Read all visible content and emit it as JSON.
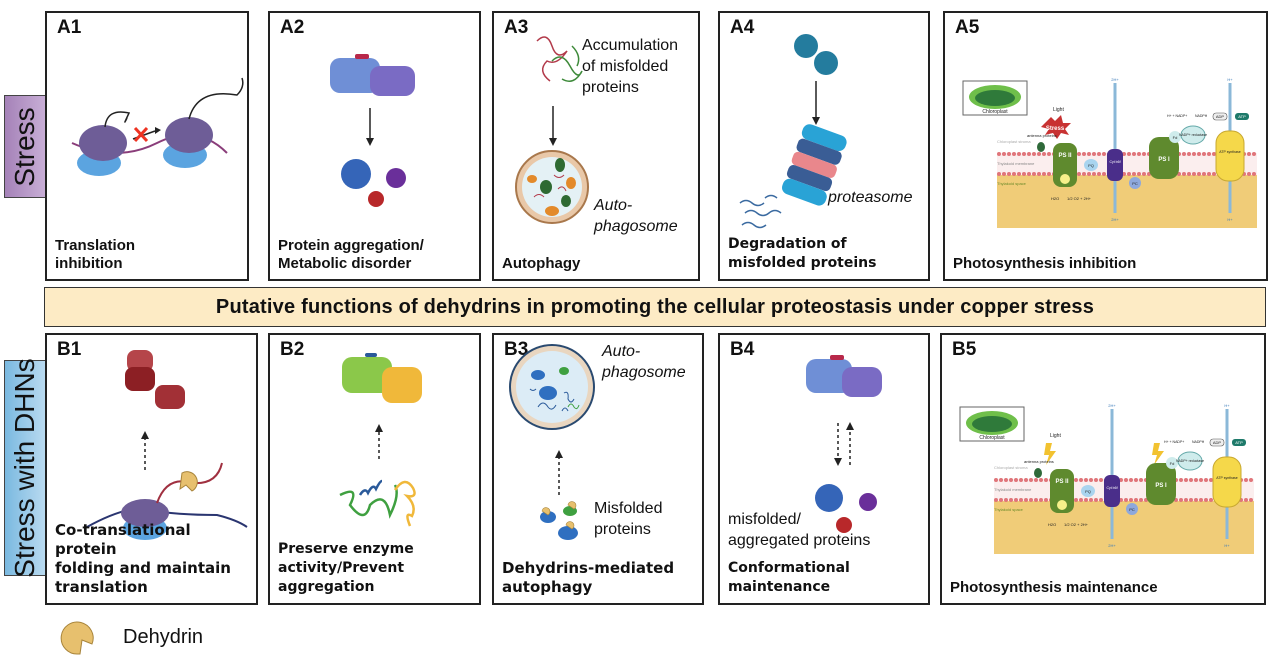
{
  "rows": {
    "stress_label": "Stress",
    "dhn_label": "Stress with DHNs"
  },
  "banner": "Putative functions of dehydrins in promoting the cellular proteostasis under copper stress",
  "panels_a": [
    {
      "id": "A1",
      "caption_lines": [
        "Translation",
        "inhibition"
      ]
    },
    {
      "id": "A2",
      "caption_lines": [
        "Protein aggregation/",
        "Metabolic disorder"
      ]
    },
    {
      "id": "A3",
      "caption_lines": [
        "Autophagy"
      ],
      "annotation_lines": [
        "Accumulation",
        "of misfolded",
        "proteins"
      ],
      "italic_lines": [
        "Auto-",
        "phagosome"
      ]
    },
    {
      "id": "A4",
      "caption_lines": [
        "Degradation of",
        "misfolded proteins"
      ],
      "italic_lines": [
        "proteasome"
      ]
    },
    {
      "id": "A5",
      "caption_lines": [
        "Photosynthesis inhibition"
      ]
    }
  ],
  "panels_b": [
    {
      "id": "B1",
      "caption_lines": [
        "Co-translational protein",
        "folding and maintain",
        "translation"
      ]
    },
    {
      "id": "B2",
      "caption_lines": [
        "Preserve enzyme",
        "activity/Prevent",
        "aggregation"
      ]
    },
    {
      "id": "B3",
      "caption_lines": [
        "Dehydrins-mediated",
        "autophagy"
      ],
      "annotation_lines": [
        "Misfolded",
        "proteins"
      ],
      "italic_lines": [
        "Auto-",
        "phagosome"
      ]
    },
    {
      "id": "B4",
      "caption_lines": [
        "Conformational",
        "maintenance"
      ],
      "annotation_lines": [
        "misfolded/",
        "aggregated proteins"
      ]
    },
    {
      "id": "B5",
      "caption_lines": [
        "Photosynthesis maintenance"
      ]
    }
  ],
  "photosynthesis": {
    "chloroplast": "Chloroplast",
    "light": "Light",
    "stress_burst": "Stress",
    "antenna": "antenna proteins",
    "stroma": "Chloroplast stroma",
    "membrane": "Thylakoid membrane",
    "space": "Thylakoid space",
    "ps2": "PS II",
    "ps1": "PS I",
    "pq": "PQ",
    "pc": "PC",
    "cyt": "Cyt b6f",
    "fd": "Fd",
    "reductase": "NADP+ reductase",
    "atp_synthase": "ATP synthase",
    "adp": "ADP",
    "atp": "ATP",
    "nadp": "H+ + NADP+",
    "nadph": "NADPH",
    "h2o": "H2O",
    "o2": "1/2 O2 + 2H+",
    "h_in": "2H+",
    "h_out": "H+"
  },
  "legend": {
    "label": "Dehydrin"
  },
  "colors": {
    "stress_box": "#b292c4",
    "dhn_box": "#8cc4e4",
    "banner": "#fdebc5",
    "dehydrin": "#e7c06e"
  }
}
